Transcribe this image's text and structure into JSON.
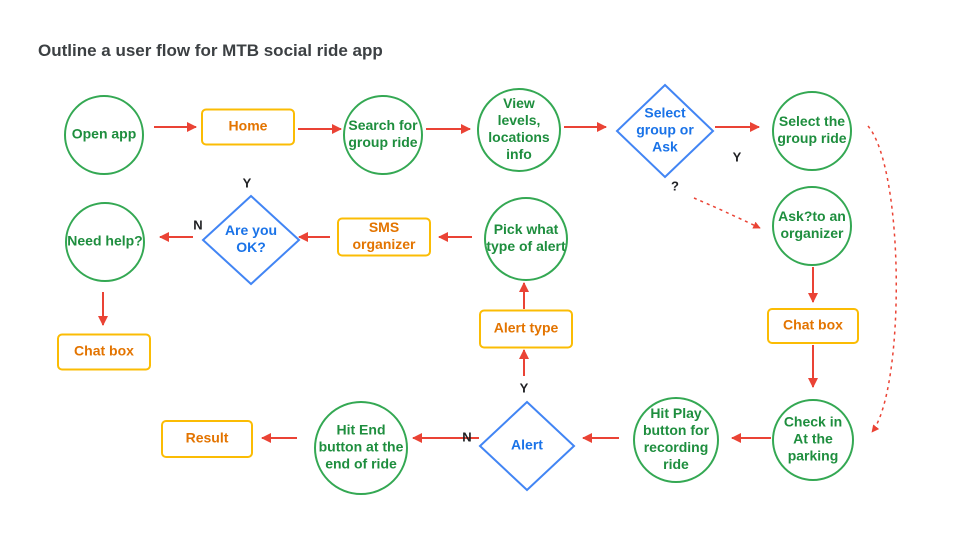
{
  "title": "Outline a user flow for MTB social ride app",
  "colors": {
    "circle_stroke": "#34a853",
    "circle_text": "#1e8e3e",
    "rect_stroke": "#fbbc04",
    "rect_text": "#e37400",
    "diamond_stroke": "#4285f4",
    "diamond_text": "#1a73e8",
    "arrow": "#ea4335"
  },
  "nodes": {
    "open_app": [
      "Open app"
    ],
    "home": [
      "Home"
    ],
    "search_group_ride": [
      "Search for",
      "group ride"
    ],
    "view_levels": [
      "View",
      "levels,",
      "locations",
      "info"
    ],
    "select_group_or_ask": [
      "Select",
      "group or",
      "Ask"
    ],
    "select_the_group_ride": [
      "Select the",
      "group ride"
    ],
    "ask_organizer": [
      "Ask?to an",
      "organizer"
    ],
    "chat_box_right": [
      "Chat box"
    ],
    "check_in": [
      "Check in",
      "At the",
      "parking"
    ],
    "hit_play": [
      "Hit Play",
      "button for",
      "recording",
      "ride"
    ],
    "alert": [
      "Alert"
    ],
    "hit_end": [
      "Hit End",
      "button at the",
      "end of ride"
    ],
    "result": [
      "Result"
    ],
    "alert_type": [
      "Alert type"
    ],
    "pick_alert": [
      "Pick what",
      "type of alert"
    ],
    "sms_organizer": [
      "SMS",
      "organizer"
    ],
    "are_you_ok": [
      "Are you",
      "OK?"
    ],
    "need_help": [
      "Need help?"
    ],
    "chat_box_left": [
      "Chat box"
    ]
  },
  "edge_labels": {
    "select_yes": "Y",
    "select_ask": "?",
    "alert_yes": "Y",
    "alert_no": "N",
    "ok_yes": "Y",
    "ok_no": "N"
  }
}
